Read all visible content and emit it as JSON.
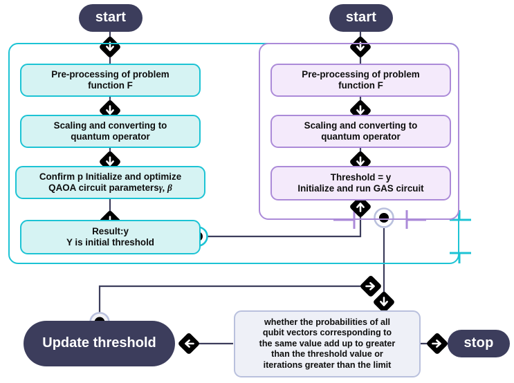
{
  "diagram": {
    "title": "QAOA-initialized GAS quantum optimization flowchart",
    "colors": {
      "navy": "#3c3d5c",
      "teal_border": "#1cc3d4",
      "teal_fill": "#d6f3f3",
      "purple_border": "#ab8ad8",
      "purple_fill": "#f4eafb",
      "decision_border": "#b9c0dd",
      "decision_fill": "#eef0f7",
      "line": "#3c3d5c",
      "marker": "#000000"
    }
  },
  "left_branch": {
    "start_label": "start",
    "steps": [
      {
        "id": "pre-processing",
        "line1": "Pre-processing of problem",
        "line2": "function F"
      },
      {
        "id": "scaling",
        "line1": "Scaling and converting to",
        "line2": "quantum operator"
      },
      {
        "id": "qaoa-params",
        "line1": "Confirm p Initialize and optimize",
        "line2": "QAOA circuit parameters",
        "greek": "γ, β"
      },
      {
        "id": "result",
        "line1": "Result:y",
        "line2": "Y is initial threshold"
      }
    ]
  },
  "right_branch": {
    "start_label": "start",
    "steps": [
      {
        "id": "pre-processing",
        "line1": "Pre-processing of problem",
        "line2": "function F"
      },
      {
        "id": "scaling",
        "line1": "Scaling and converting to",
        "line2": "quantum operator"
      },
      {
        "id": "gas",
        "line1": "Threshold = y",
        "line2": "Initialize and run GAS circuit"
      }
    ]
  },
  "decision": {
    "id": "termination-condition",
    "lines": [
      "whether the probabilities of all",
      "qubit vectors corresponding to",
      "the same value add up to greater",
      "than the threshold value or",
      "iterations greater than the limit"
    ]
  },
  "terminals": {
    "update_threshold": "Update threshold",
    "stop": "stop"
  },
  "icons": {
    "arrow_down": "arrow-down-diamond-icon",
    "arrow_up": "arrow-up-diamond-icon",
    "arrow_right": "arrow-right-diamond-icon",
    "arrow_left": "arrow-left-diamond-icon",
    "connector_dot": "connector-dot-icon"
  }
}
